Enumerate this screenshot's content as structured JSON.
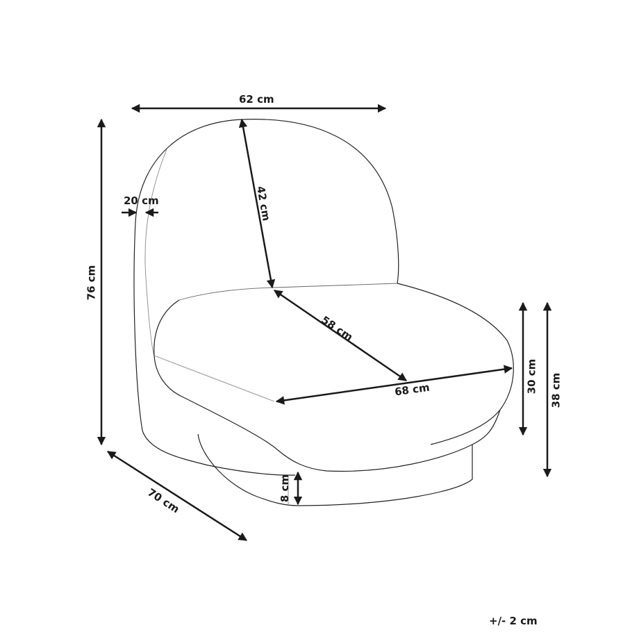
{
  "diagram": {
    "subject": "Armless lounge chair dimension drawing",
    "dimensions": {
      "width": "62 cm",
      "height": "76 cm",
      "depth": "70 cm",
      "backrest_thickness": "20 cm",
      "backrest_height": "42 cm",
      "seat_depth": "58 cm",
      "seat_width": "68 cm",
      "seat_thickness": "30 cm",
      "seat_height": "38 cm",
      "base_height": "8 cm"
    },
    "tolerance": "+/- 2 cm"
  }
}
